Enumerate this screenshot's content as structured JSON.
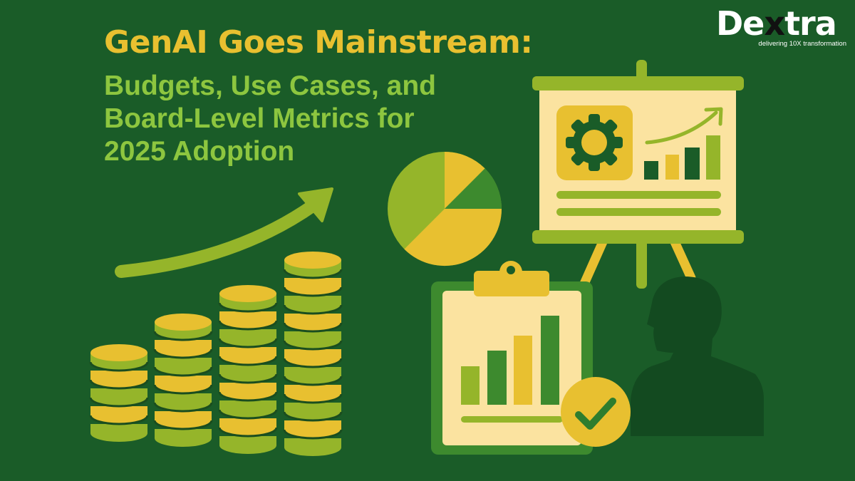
{
  "header": {
    "title": "GenAI Goes Mainstream:",
    "subtitle_lines": [
      "Budgets, Use Cases, and",
      "Board-Level Metrics for",
      "2025 Adoption"
    ]
  },
  "brand": {
    "name_part1": "De",
    "name_x": "x",
    "name_part2": "tra",
    "tagline": "delivering 10X transformation"
  },
  "colors": {
    "background": "#1a5c28",
    "yellow": "#e8c030",
    "light_green": "#95b52a",
    "mid_green": "#3d8a2e",
    "dark_green": "#134a20",
    "cream": "#fbe3a0",
    "subtitle_green": "#8dc63f"
  },
  "illustration": {
    "coin_stacks": [
      {
        "label": "stack-1",
        "bands": 5
      },
      {
        "label": "stack-2",
        "bands": 7
      },
      {
        "label": "stack-3",
        "bands": 9
      },
      {
        "label": "stack-4",
        "bands": 11
      }
    ],
    "icons": [
      "growth-arrow-icon",
      "pie-chart-icon",
      "presentation-easel-icon",
      "gear-icon",
      "bar-chart-icon",
      "clipboard-icon",
      "checkmark-icon",
      "person-silhouette-icon"
    ]
  }
}
